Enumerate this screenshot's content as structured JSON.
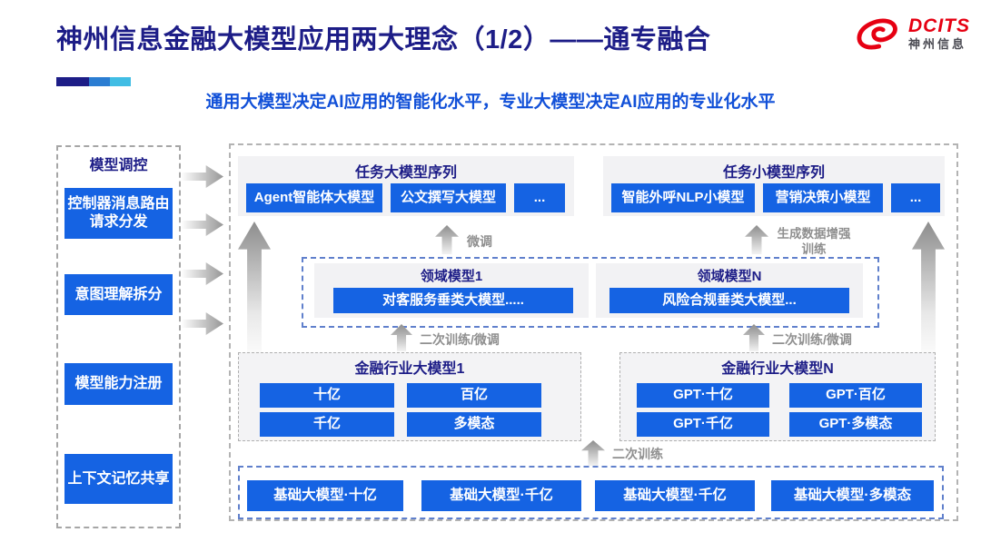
{
  "header": {
    "title": "神州信息金融大模型应用两大理念（1/2）——通专融合",
    "subtitle": "通用大模型决定AI应用的智能化水平，专业大模型决定AI应用的专业化水平",
    "logo_brand": "DCITS",
    "logo_cn": "神州信息"
  },
  "sidebar": {
    "title": "模型调控",
    "items": [
      "控制器消息路由请求分发",
      "意图理解拆分",
      "模型能力注册",
      "上下文记忆共享"
    ]
  },
  "main": {
    "task_large": {
      "title": "任务大模型序列",
      "items": [
        "Agent智能体大模型",
        "公文撰写大模型",
        "..."
      ]
    },
    "task_small": {
      "title": "任务小模型序列",
      "items": [
        "智能外呼NLP小模型",
        "营销决策小模型",
        "..."
      ]
    },
    "labels": {
      "fine_tune": "微调",
      "gen_augment": "生成数据增强训练",
      "retrain_ft": "二次训练/微调",
      "retrain": "二次训练"
    },
    "domain": {
      "panels": [
        {
          "title": "领域模型1",
          "item": "对客服务垂类大模型....."
        },
        {
          "title": "领域模型N",
          "item": "风险合规垂类大模型..."
        }
      ]
    },
    "industry": [
      {
        "title": "金融行业大模型1",
        "items": [
          "十亿",
          "百亿",
          "千亿",
          "多模态"
        ]
      },
      {
        "title": "金融行业大模型N",
        "items": [
          "GPT·十亿",
          "GPT·百亿",
          "GPT·千亿",
          "GPT·多模态"
        ]
      }
    ],
    "base": {
      "items": [
        "基础大模型·十亿",
        "基础大模型·千亿",
        "基础大模型·千亿",
        "基础大模型·多模态"
      ]
    }
  },
  "colors": {
    "accent_blue": "#1563e3",
    "title_navy": "#1d1d87",
    "subtitle_blue": "#1150d8",
    "brand_red": "#e60012",
    "bar_segments": [
      "#1d1d87",
      "#2b7dd2",
      "#41bde4"
    ],
    "arrow_gray": "#8f8f8f",
    "panel_gray": "#f2f2f4"
  }
}
